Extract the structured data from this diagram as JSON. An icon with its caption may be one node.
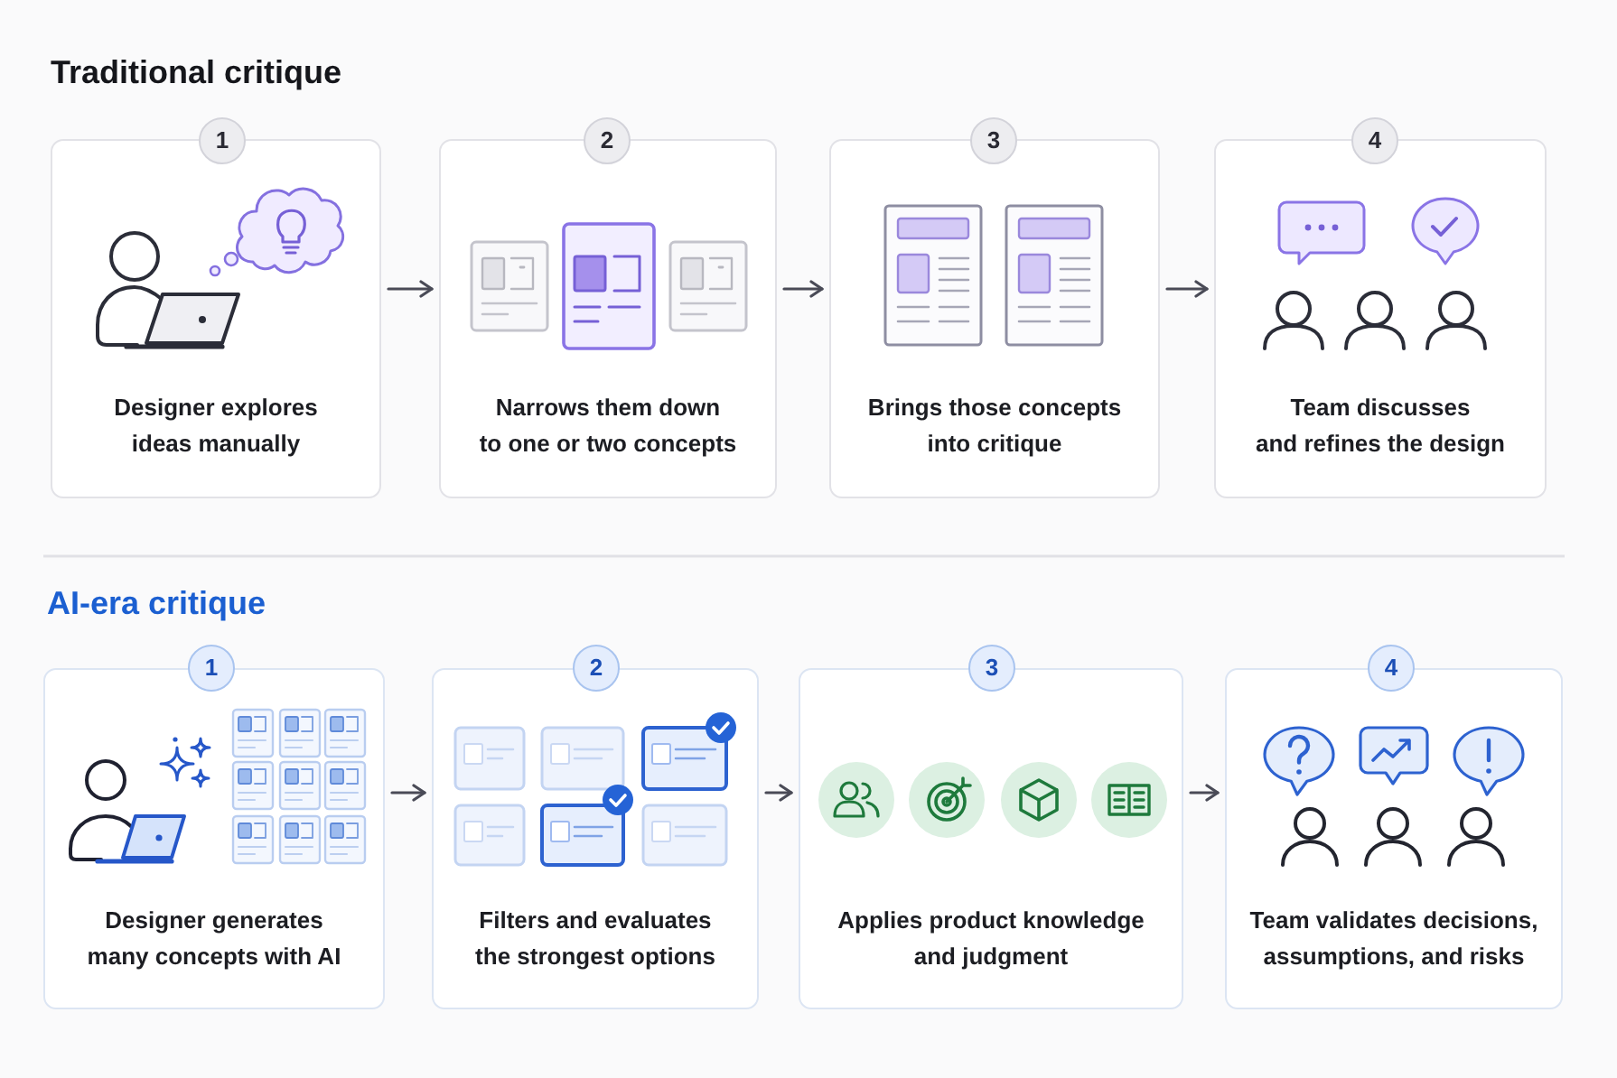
{
  "diagram": {
    "nodes": [
      {
        "text": [
          "1"
        ]
      },
      {
        "text": [
          "Designer explores ideas manually"
        ]
      },
      {
        "text": [
          "2"
        ]
      },
      {
        "text": [
          "Narrows them down to one or two concepts"
        ]
      },
      {
        "text": [
          "3"
        ]
      },
      {
        "text": [
          "Brings those concepts into critique"
        ]
      },
      {
        "text": [
          "4"
        ]
      },
      {
        "text": [
          "Team discusses and refines the design"
        ]
      },
      {
        "text": [
          "1"
        ]
      },
      {
        "text": [
          "Designer generates many concepts with AI"
        ]
      },
      {
        "text": [
          "2"
        ]
      },
      {
        "text": [
          "Filters and evaluates the strongest options"
        ]
      },
      {
        "text": [
          "3"
        ]
      },
      {
        "text": [
          "Applies product knowledge and judgment"
        ]
      },
      {
        "text": [
          "4"
        ]
      },
      {
        "text": [
          "Team validates decisions, assumptions, and risks"
        ]
      }
    ],
    "edges": [
      {
        "from": 1,
        "to": 3,
        "arrow": "to"
      },
      {
        "from": 3,
        "to": 5,
        "arrow": "to"
      },
      {
        "from": 5,
        "to": 7,
        "arrow": "to"
      },
      {
        "from": 9,
        "to": 11,
        "arrow": "to"
      },
      {
        "from": 11,
        "to": 13,
        "arrow": "to"
      },
      {
        "from": 13,
        "to": 15,
        "arrow": "to"
      }
    ],
    "labels": [
      "Traditional critique",
      "AI-era critique"
    ]
  }
}
